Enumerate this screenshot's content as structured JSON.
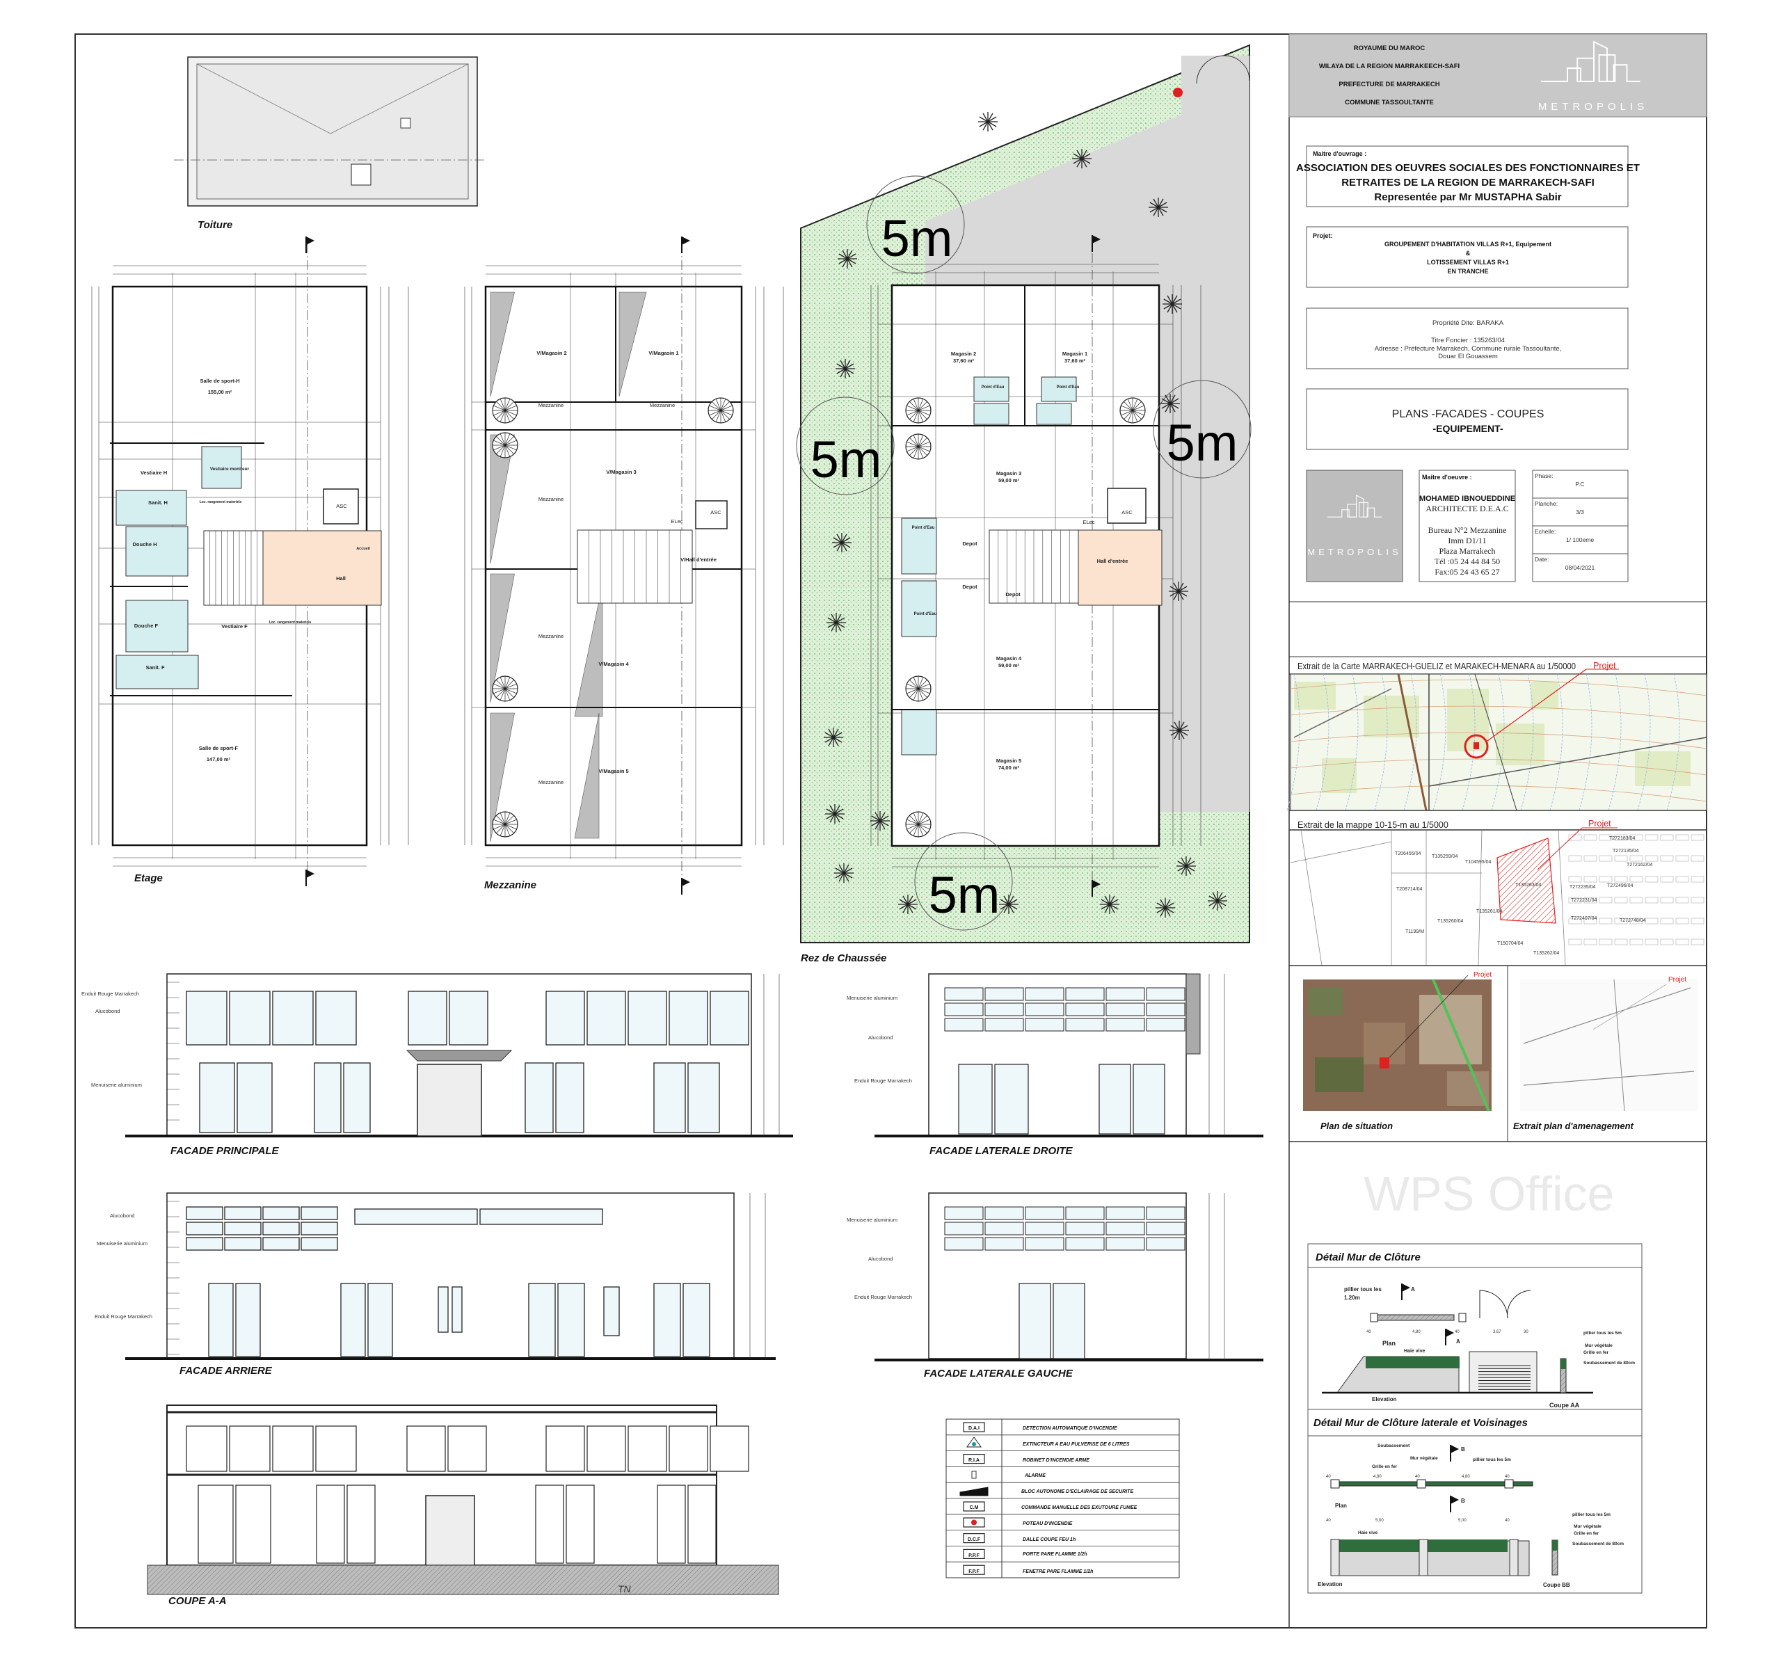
{
  "header": {
    "lines": [
      "ROYAUME DU MAROC",
      "WILAYA DE LA REGION MARRAKEECH-SAFI",
      "PREFECTURE DE MARRAKECH",
      "COMMUNE TASSOULTANTE"
    ],
    "logo": "METROPOLIS"
  },
  "owner": {
    "label": "Maitre d'ouvrage :",
    "lines": [
      "ASSOCIATION DES OEUVRES SOCIALES DES FONCTIONNAIRES ET",
      "RETRAITES DE LA REGION DE MARRAKECH-SAFI",
      "Representée par Mr MUSTAPHA Sabir"
    ]
  },
  "project": {
    "label": "Projet:",
    "lines": [
      "GROUPEMENT D'HABITATION VILLAS R+1, Equipement",
      "&",
      "LOTISSEMENT VILLAS R+1",
      "EN TRANCHE"
    ]
  },
  "property": {
    "name": "Propriété Dite: BARAKA",
    "title": "Titre Foncier : 135263/04",
    "address": [
      "Adresse : Préfecture Marrakech, Commune rurale Tassoultante,",
      "Douar El Gouassem"
    ]
  },
  "sheet": {
    "title": "PLANS -FACADES - COUPES",
    "subtitle": "-EQUIPEMENT-"
  },
  "architect": {
    "label": "Maitre d'oeuvre :",
    "name": "MOHAMED IBNOUEDDINE",
    "lines": [
      "ARCHITECTE D.E.A.C",
      "Bureau N°2 Mezzanine",
      "Imm D1/11",
      "Plaza Marrakech",
      "Tél :05 24 44 84 50",
      "Fax:05 24 43 65 27"
    ]
  },
  "info": [
    {
      "label": "Phase:",
      "value": "P.C"
    },
    {
      "label": "Planche:",
      "value": "3/3"
    },
    {
      "label": "Echelle:",
      "value": "1/ 100eme"
    },
    {
      "label": "Date:",
      "value": "08/04/2021"
    }
  ],
  "maps": {
    "carte_title": "Extrait de la Carte MARRAKECH-GUELIZ et MARAKECH-MENARA  au 1/50000",
    "mappe_title": "Extrait de la mappe  10-15-m  au 1/5000",
    "projet": "Projet",
    "parcels": [
      "T206455/04",
      "T135259/04",
      "T104595/04",
      "T208714/04",
      "T135263/04",
      "T135260/04",
      "T135261/04",
      "T1199/M",
      "T150704/04",
      "T135262/04",
      "T272235/04",
      "T272496/04",
      "T272183/04",
      "T272135/04",
      "T272162/04",
      "T272231/04",
      "T272407/04",
      "T272748/04"
    ],
    "situation": "Plan de situation",
    "amenagement": "Extrait plan d'amenagement"
  },
  "views": {
    "toiture": "Toiture",
    "etage": "Etage",
    "mezzanine": "Mezzanine",
    "rdc": "Rez de Chaussée",
    "facade_principale": "FACADE PRINCIPALE",
    "facade_droite": "FACADE LATERALE DROITE",
    "facade_arriere": "FACADE ARRIERE",
    "facade_gauche": "FACADE LATERALE GAUCHE",
    "coupe": "COUPE A-A",
    "tn": "TN"
  },
  "setback": "5m",
  "etage_rooms": {
    "salle_h": "Salle de sport-H",
    "salle_h_area": "155,00 m²",
    "vestiaire_h": "Vestiaire H",
    "vestiaire_moniteur": "Vestiaire moniteur",
    "sanit_h": "Sanit. H",
    "loc_rangement": "Loc. rangement materiels",
    "douche_h": "Douche H",
    "hall": "Hall",
    "accueil": "Accueil",
    "asc": "ASC",
    "douche_f": "Douche F",
    "vestiaire_f": "Vestiaire F",
    "loc_rangement2": "Loc. rangement materiels",
    "sanit_f": "Sanit. F",
    "salle_f": "Salle de sport-F",
    "salle_f_area": "147,00 m²"
  },
  "mezz_rooms": {
    "vm2": "V/Magasin 2",
    "vm1": "V/Magasin 1",
    "mezz": "Mezzanine",
    "vm3": "V/Magasin 3",
    "vhall": "V/Hall d'entrée",
    "vm4": "V/Magasin 4",
    "vm5": "V/Magasin 5",
    "asc": "ASC",
    "elec": "ELec"
  },
  "rdc_rooms": {
    "m2": "Magasin 2",
    "m2_area": "37,60 m²",
    "m1": "Magasin 1",
    "m1_area": "37,60 m²",
    "point_eau": "Point d'Eau",
    "m3": "Magasin 3",
    "m3_area": "59,00 m²",
    "depot": "Depot",
    "hall": "Hall d'entrée",
    "asc": "ASC",
    "elec": "ELec",
    "m4": "Magasin 4",
    "m4_area": "59,00 m²",
    "m5": "Magasin 5",
    "m5_area": "74,00 m²"
  },
  "facade_notes": {
    "enduit": "Enduit Rouge Marrakech",
    "alucobond": "Alucobond",
    "menuiserie": "Menuiserie aluminium"
  },
  "legend": [
    {
      "code": "D.A.I",
      "text": "DETECTION AUTOMATIQUE D'INCENDIE"
    },
    {
      "code": "",
      "text": "EXTINCTEUR A EAU PULVERISE DE 6 LITRES",
      "icon": "extinguisher"
    },
    {
      "code": "R.I.A",
      "text": "ROBINET D'INCENDIE ARME"
    },
    {
      "code": "",
      "text": "ALARME",
      "icon": "alarm"
    },
    {
      "code": "",
      "text": "BLOC AUTONOME D'ECLAIRAGE DE SECURITE",
      "icon": "emergency-light"
    },
    {
      "code": "C.M",
      "text": "COMMANDE MANUELLE DES EXUTOURE FUMEE"
    },
    {
      "code": "",
      "text": "POTEAU D'INCENDIE",
      "icon": "hydrant"
    },
    {
      "code": "D.C.F",
      "text": "DALLE COUPE FEU 1h"
    },
    {
      "code": "P.P.F",
      "text": "PORTE PARE FLAMME 1/2h"
    },
    {
      "code": "F.P.F",
      "text": "FENETRE PARE FLAMME 1/2h"
    }
  ],
  "details": {
    "title1": "Détail Mur de Clôture",
    "title2": "Détail Mur de Clôture laterale et Voisinages",
    "pilier_120": [
      "pillier tous les",
      "1.20m"
    ],
    "pilier_5m": "pillier tous les 5m",
    "mur_vegetale": "Mur végétale",
    "grille": "Grille en fer",
    "soubassement80": "Soubassement de 80cm",
    "soubassement": "Soubassement",
    "haie": "Haie vive",
    "plan": "Plan",
    "elevation": "Elevation",
    "coupe_aa": "Coupe AA",
    "coupe_bb": "Coupe BB",
    "dims1": [
      "40",
      "4,80",
      "40",
      "3,67",
      "30"
    ],
    "dims2": [
      "40",
      "4,80",
      "40",
      "4,80",
      "40"
    ],
    "dims3": [
      "40",
      "5,00",
      "5,00",
      "40"
    ],
    "mark_a": "A",
    "mark_b": "B"
  },
  "colors": {
    "site_green": "#dff0d8",
    "glass": "#eef8fb",
    "wet_room": "#d5eef0",
    "hall": "#fbe3cf",
    "header_gray": "#c8c8c8",
    "red": "#e02020"
  },
  "watermark": "WPS Office"
}
